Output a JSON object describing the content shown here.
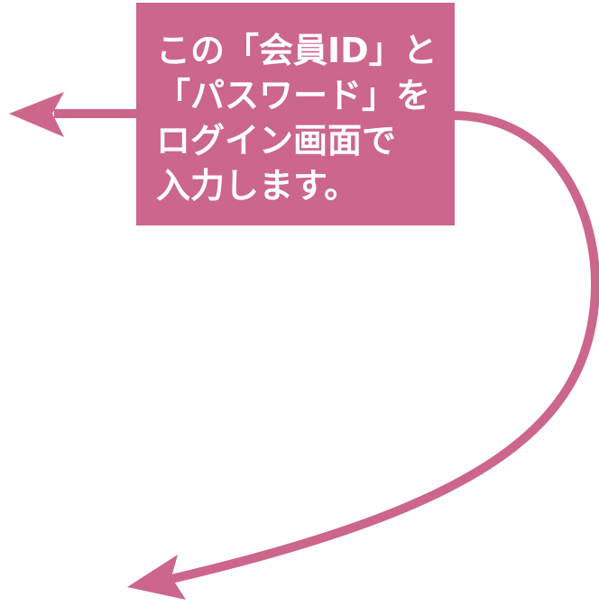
{
  "callout": {
    "lines": [
      "この「会員ID」と",
      "「パスワード」を",
      "ログイン画面で",
      "入力します。"
    ],
    "background_color": "#cc668d",
    "text_color": "#ffffff"
  },
  "arrows": [
    {
      "name": "left-arrow",
      "direction": "left",
      "color": "#cc668d"
    },
    {
      "name": "curved-arrow",
      "direction": "down-left",
      "color": "#cc668d"
    }
  ]
}
